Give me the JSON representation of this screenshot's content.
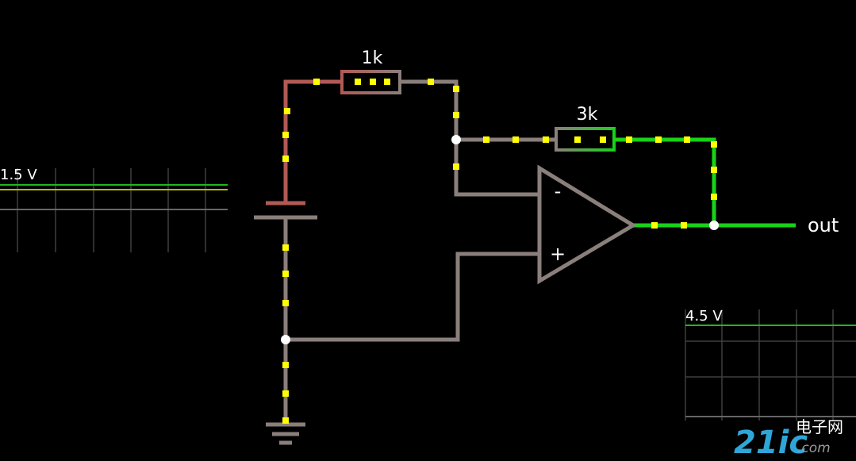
{
  "resistors": {
    "r1": {
      "label": "1k"
    },
    "r2": {
      "label": "3k"
    }
  },
  "opamp": {
    "minus": "-",
    "plus": "+"
  },
  "output": {
    "label": "out"
  },
  "scope_left": {
    "label": "1.5 V"
  },
  "scope_right": {
    "label": "4.5 V"
  },
  "watermark": {
    "text": "21ic",
    "sub": ".com",
    "cn": "电子网"
  },
  "colors": {
    "background": "#000000",
    "wire_neutral": "#8a7f7b",
    "wire_red": "#b15a55",
    "wire_green": "#19d219",
    "current_dot": "#ffff00",
    "node": "#ffffff",
    "scope_grid": "#444444",
    "trace_green": "#1fb81f",
    "trace_yellow": "#b8b800"
  }
}
